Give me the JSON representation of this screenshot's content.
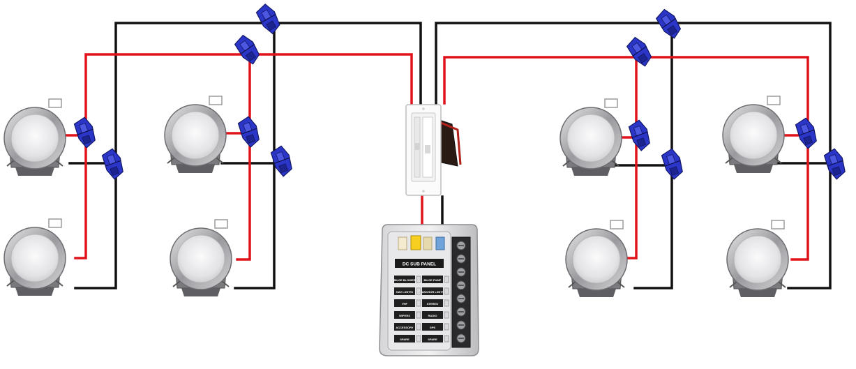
{
  "diagram": {
    "wire_colors": {
      "positive": "#e0141c",
      "negative": "#111111"
    },
    "fixture_colors": {
      "rim": "#a8a8ac",
      "lens": "#e4e4e6",
      "body": "#6f6f73"
    },
    "connector_color": "#2b36c9",
    "switch": {
      "name": "dimmer-switch",
      "icon": "dimmer-switch-icon"
    },
    "fuse_panel": {
      "title": "DC SUB PANEL",
      "circuits": [
        [
          "BILGE BLOWER",
          "BILGE PUMP"
        ],
        [
          "NAV LIGHTS",
          "ANCHOR LIGHT"
        ],
        [
          "VHF",
          "STEREO"
        ],
        [
          "WIPERS",
          "RADIO"
        ],
        [
          "ACCESSORY",
          "GPS"
        ],
        [
          "SPARE",
          "SPARE"
        ]
      ]
    }
  }
}
